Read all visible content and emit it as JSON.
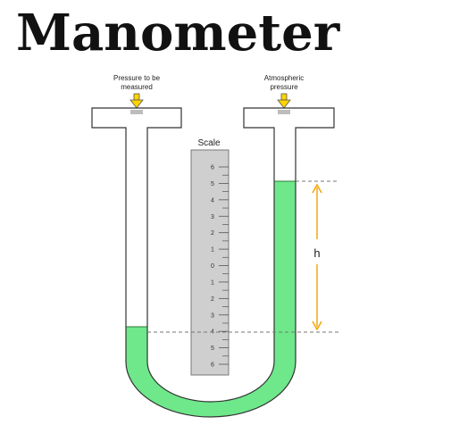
{
  "title": "Manometer",
  "left_inlet": {
    "line1": "Pressure to be",
    "line2": "measured"
  },
  "right_inlet": {
    "line1": "Atmospheric",
    "line2": "pressure"
  },
  "scale": {
    "title": "Scale",
    "tick_labels": [
      "6",
      "5",
      "4",
      "3",
      "2",
      "1",
      "0",
      "1",
      "2",
      "3",
      "4",
      "5",
      "6"
    ]
  },
  "height_label": "h",
  "colors": {
    "fluid": "#6ee88a",
    "fluid_stroke": "#2f7d3a",
    "tube_stroke": "#333333",
    "scale_fill": "#cfcfcf",
    "arrow_head": "#ffd400",
    "h_arrow": "#f2a200",
    "dashed": "#777777"
  }
}
